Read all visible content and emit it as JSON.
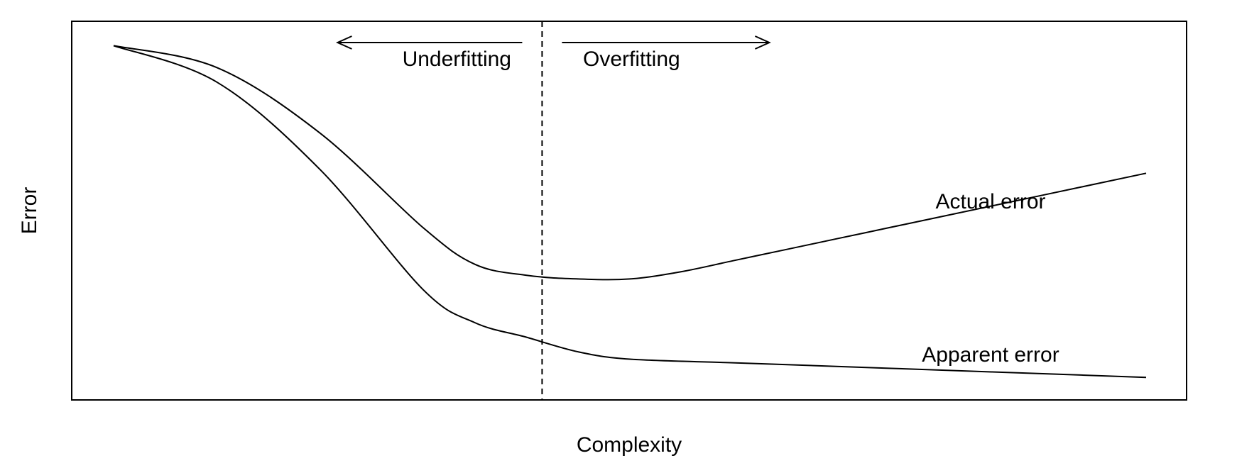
{
  "chart_data": {
    "type": "line",
    "title": "",
    "xlabel": "Complexity",
    "ylabel": "Error",
    "xlim": [
      0,
      1
    ],
    "ylim": [
      0,
      1
    ],
    "grid": false,
    "legend": "none",
    "line_color": "#000000",
    "series": [
      {
        "name": "Actual error",
        "x": [
          0.0,
          0.1,
          0.2,
          0.3,
          0.35,
          0.4,
          0.45,
          0.5,
          0.55,
          0.6,
          0.65,
          0.7,
          0.75,
          0.8,
          0.9,
          1.0
        ],
        "y": [
          0.97,
          0.91,
          0.73,
          0.47,
          0.37,
          0.34,
          0.33,
          0.33,
          0.35,
          0.38,
          0.41,
          0.44,
          0.47,
          0.5,
          0.56,
          0.62
        ]
      },
      {
        "name": "Apparent error",
        "x": [
          0.0,
          0.1,
          0.2,
          0.3,
          0.35,
          0.4,
          0.45,
          0.5,
          0.6,
          0.7,
          0.8,
          0.9,
          1.0
        ],
        "y": [
          0.97,
          0.87,
          0.63,
          0.3,
          0.21,
          0.17,
          0.13,
          0.11,
          0.1,
          0.09,
          0.08,
          0.07,
          0.06
        ]
      }
    ],
    "annotations": {
      "optimum_x": 0.415,
      "underfitting": "Underfitting",
      "overfitting": "Overfitting"
    }
  }
}
